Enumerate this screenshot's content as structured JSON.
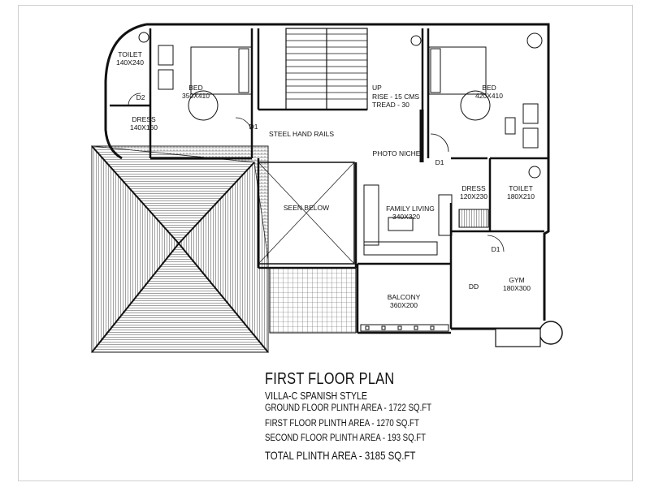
{
  "rooms": {
    "toilet_left": "TOILET",
    "toilet_left_size": "140X240",
    "d2": "D2",
    "dress_left": "DRESS",
    "dress_left_size": "140X160",
    "bed_left": "BED",
    "bed_left_size": "350X410",
    "d1_left": "D1",
    "steel_hand_rails": "STEEL HAND RAILS",
    "up": "UP",
    "rise": "RISE - 15 CMS",
    "tread": "TREAD - 30",
    "photo_niche": "PHOTO NICHE",
    "d1_mid": "D1",
    "bed_right": "BED",
    "bed_right_size": "420X410",
    "dress_right": "DRESS",
    "dress_right_size": "120X230",
    "toilet_right": "TOILET",
    "toilet_right_size": "180X210",
    "seen_below": "SEEN BELOW",
    "family_living": "FAMILY LIVING",
    "family_living_size": "340X320",
    "d1_gym": "D1",
    "dd": "DD",
    "gym": "GYM",
    "gym_size": "180X300",
    "balcony": "BALCONY",
    "balcony_size": "360X200"
  },
  "title": {
    "main": "FIRST FLOOR PLAN",
    "subtitle": "VILLA-C  SPANISH STYLE",
    "ground": "GROUND FLOOR PLINTH AREA - 1722 SQ.FT",
    "first": "FIRST FLOOR PLINTH AREA - 1270 SQ.FT",
    "second": "SECOND FLOOR PLINTH AREA - 193 SQ.FT",
    "total": "TOTAL PLINTH AREA - 3185 SQ.FT"
  }
}
